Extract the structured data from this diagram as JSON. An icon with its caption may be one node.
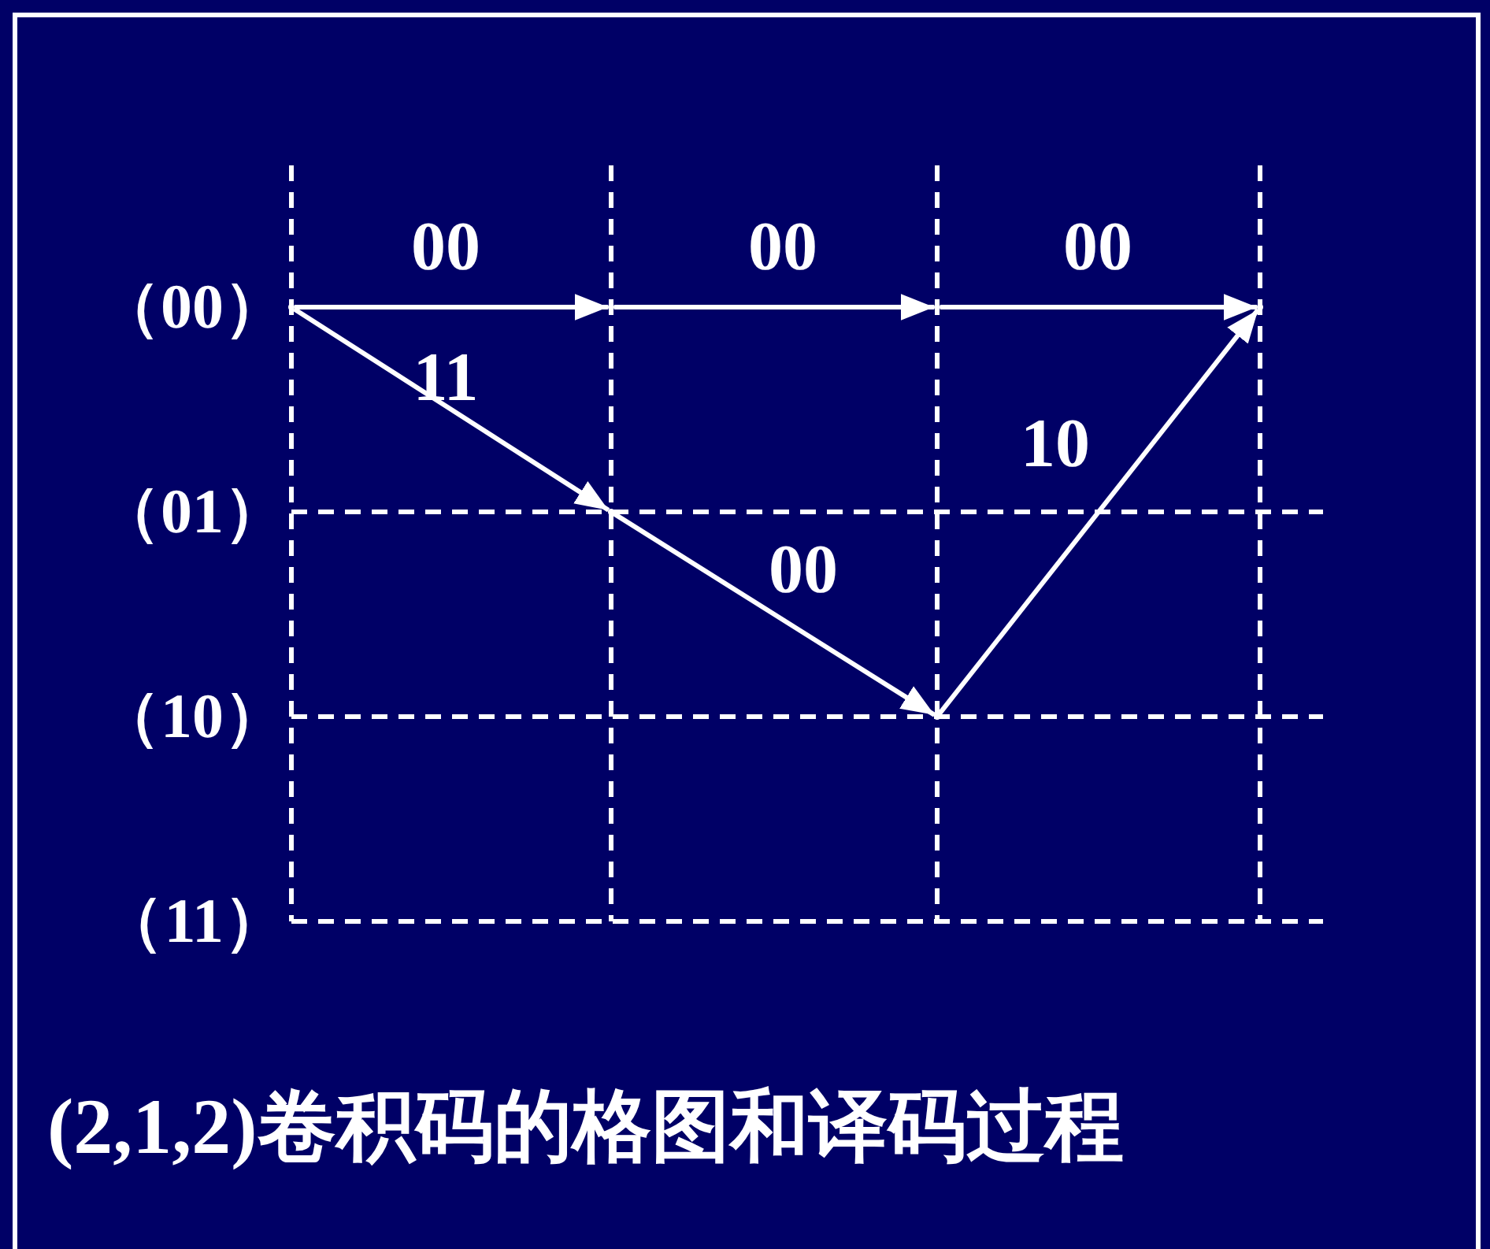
{
  "diagram": {
    "caption": "(2,1,2)卷积码的格图和译码过程",
    "nodes": [
      {
        "text": [],
        "shape": "point"
      },
      {
        "text": [],
        "shape": "point"
      },
      {
        "text": [],
        "shape": "point"
      },
      {
        "text": [],
        "shape": "point"
      },
      {
        "text": [],
        "shape": "point"
      },
      {
        "text": [],
        "shape": "point"
      }
    ],
    "edges": [
      {
        "from": 0,
        "to": 1,
        "arrow": "to",
        "label": "00"
      },
      {
        "from": 1,
        "to": 2,
        "arrow": "to",
        "label": "00"
      },
      {
        "from": 2,
        "to": 3,
        "arrow": "to",
        "label": "00"
      },
      {
        "from": 0,
        "to": 4,
        "arrow": "to",
        "label": "11"
      },
      {
        "from": 4,
        "to": 5,
        "arrow": "to",
        "label": "00"
      },
      {
        "from": 5,
        "to": 3,
        "arrow": "to",
        "label": "10"
      }
    ],
    "labels": [
      "（00）",
      "（01）",
      "（10）",
      "（11）"
    ]
  }
}
